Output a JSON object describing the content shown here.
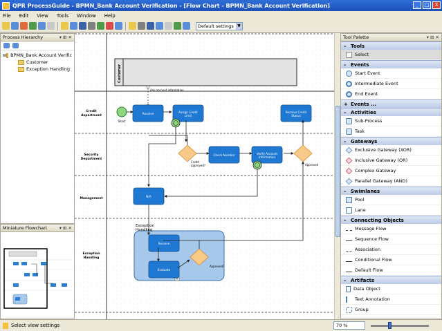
{
  "window": {
    "title": "QPR ProcessGuide - BPMN_Bank Account Verification - [Flow Chart - BPMN_Bank Account Verification]",
    "controls": [
      "_",
      "□",
      "X"
    ]
  },
  "menu": [
    "File",
    "Edit",
    "View",
    "Tools",
    "Window",
    "Help"
  ],
  "toolbar": {
    "view_settings_value": "Default settings",
    "icon_colors": [
      "#e9c74a",
      "#5b8ed8",
      "#e06c3b",
      "#4e9a4a",
      "#5b8ed8",
      "#c9c9c9",
      "#e9c74a",
      "#5b8ed8",
      "#3a62a8",
      "#7f7f7f",
      "#4e9a4a",
      "#d94b4b",
      "#5b8ed8",
      "#e9c74a",
      "#7f7f7f",
      "#3a62a8",
      "#5b8ed8",
      "#c9c9c9",
      "#4e9a4a",
      "#5b8ed8"
    ]
  },
  "hierarchy": {
    "header": "Process Hierarchy",
    "header_controls": "▾ ⊞ ✕",
    "root": "BPMN_Bank Account Verific",
    "children": [
      "Customer",
      "Exception Handling"
    ]
  },
  "miniature": {
    "header": "Miniature Flowchart",
    "header_controls": "▾ ⊞ ✕"
  },
  "palette": {
    "header": "Tool Palette",
    "header_controls": "▾ ⊞ ✕",
    "categories": [
      {
        "name": "Tools",
        "collapsed": false,
        "items": [
          {
            "label": "Select",
            "icon": "pointer-icon",
            "selected": true
          }
        ]
      },
      {
        "name": "Events",
        "collapsed": false,
        "items": [
          {
            "label": "Start Event",
            "icon": "start-event-icon"
          },
          {
            "label": "Intermediate Event",
            "icon": "intermediate-event-icon"
          },
          {
            "label": "End Event",
            "icon": "end-event-icon"
          }
        ]
      },
      {
        "name": "Events ...",
        "collapsed": true,
        "items": []
      },
      {
        "name": "Activities",
        "collapsed": false,
        "items": [
          {
            "label": "Sub-Process",
            "icon": "subprocess-icon"
          },
          {
            "label": "Task",
            "icon": "task-icon"
          }
        ]
      },
      {
        "name": "Gateways",
        "collapsed": false,
        "items": [
          {
            "label": "Exclusive Gateway (XOR)",
            "icon": "xor-gateway-icon"
          },
          {
            "label": "Inclusive Gateway (OR)",
            "icon": "or-gateway-icon"
          },
          {
            "label": "Complex Gateway",
            "icon": "complex-gateway-icon"
          },
          {
            "label": "Parallel Gateway (AND)",
            "icon": "and-gateway-icon"
          }
        ]
      },
      {
        "name": "Swimlanes",
        "collapsed": false,
        "items": [
          {
            "label": "Pool",
            "icon": "pool-icon"
          },
          {
            "label": "Lane",
            "icon": "lane-icon"
          }
        ]
      },
      {
        "name": "Connecting Objects",
        "collapsed": false,
        "items": [
          {
            "label": "Message Flow",
            "icon": "message-flow-icon"
          },
          {
            "label": "Sequence Flow",
            "icon": "sequence-flow-icon"
          },
          {
            "label": "Association",
            "icon": "association-icon"
          },
          {
            "label": "Conditional Flow",
            "icon": "conditional-flow-icon"
          },
          {
            "label": "Default Flow",
            "icon": "default-flow-icon"
          }
        ]
      },
      {
        "name": "Artifacts",
        "collapsed": false,
        "items": [
          {
            "label": "Data Object",
            "icon": "data-object-icon"
          },
          {
            "label": "Text Annotation",
            "icon": "text-annotation-icon"
          },
          {
            "label": "Group",
            "icon": "group-icon"
          }
        ]
      }
    ]
  },
  "flowchart": {
    "pool_label": "Customer",
    "message_label": "Ask account information",
    "lanes": [
      "Credit department",
      "Security Department",
      "Management",
      "Exception Handling"
    ],
    "subprocess_label": "Exception Handling",
    "start_label": "Start",
    "tasks": [
      "Receive",
      "Assign Credit Limit",
      "Receive Credit Status",
      "Check Number",
      "Verify Account Information",
      "N/A",
      "Receive",
      "Evaluate"
    ],
    "gateway_labels": [
      "Credit approved?",
      "Approved",
      "Approved?"
    ]
  },
  "status": {
    "text": "Select view settings",
    "zoom": "70 %",
    "zoom_level": 0.33
  }
}
